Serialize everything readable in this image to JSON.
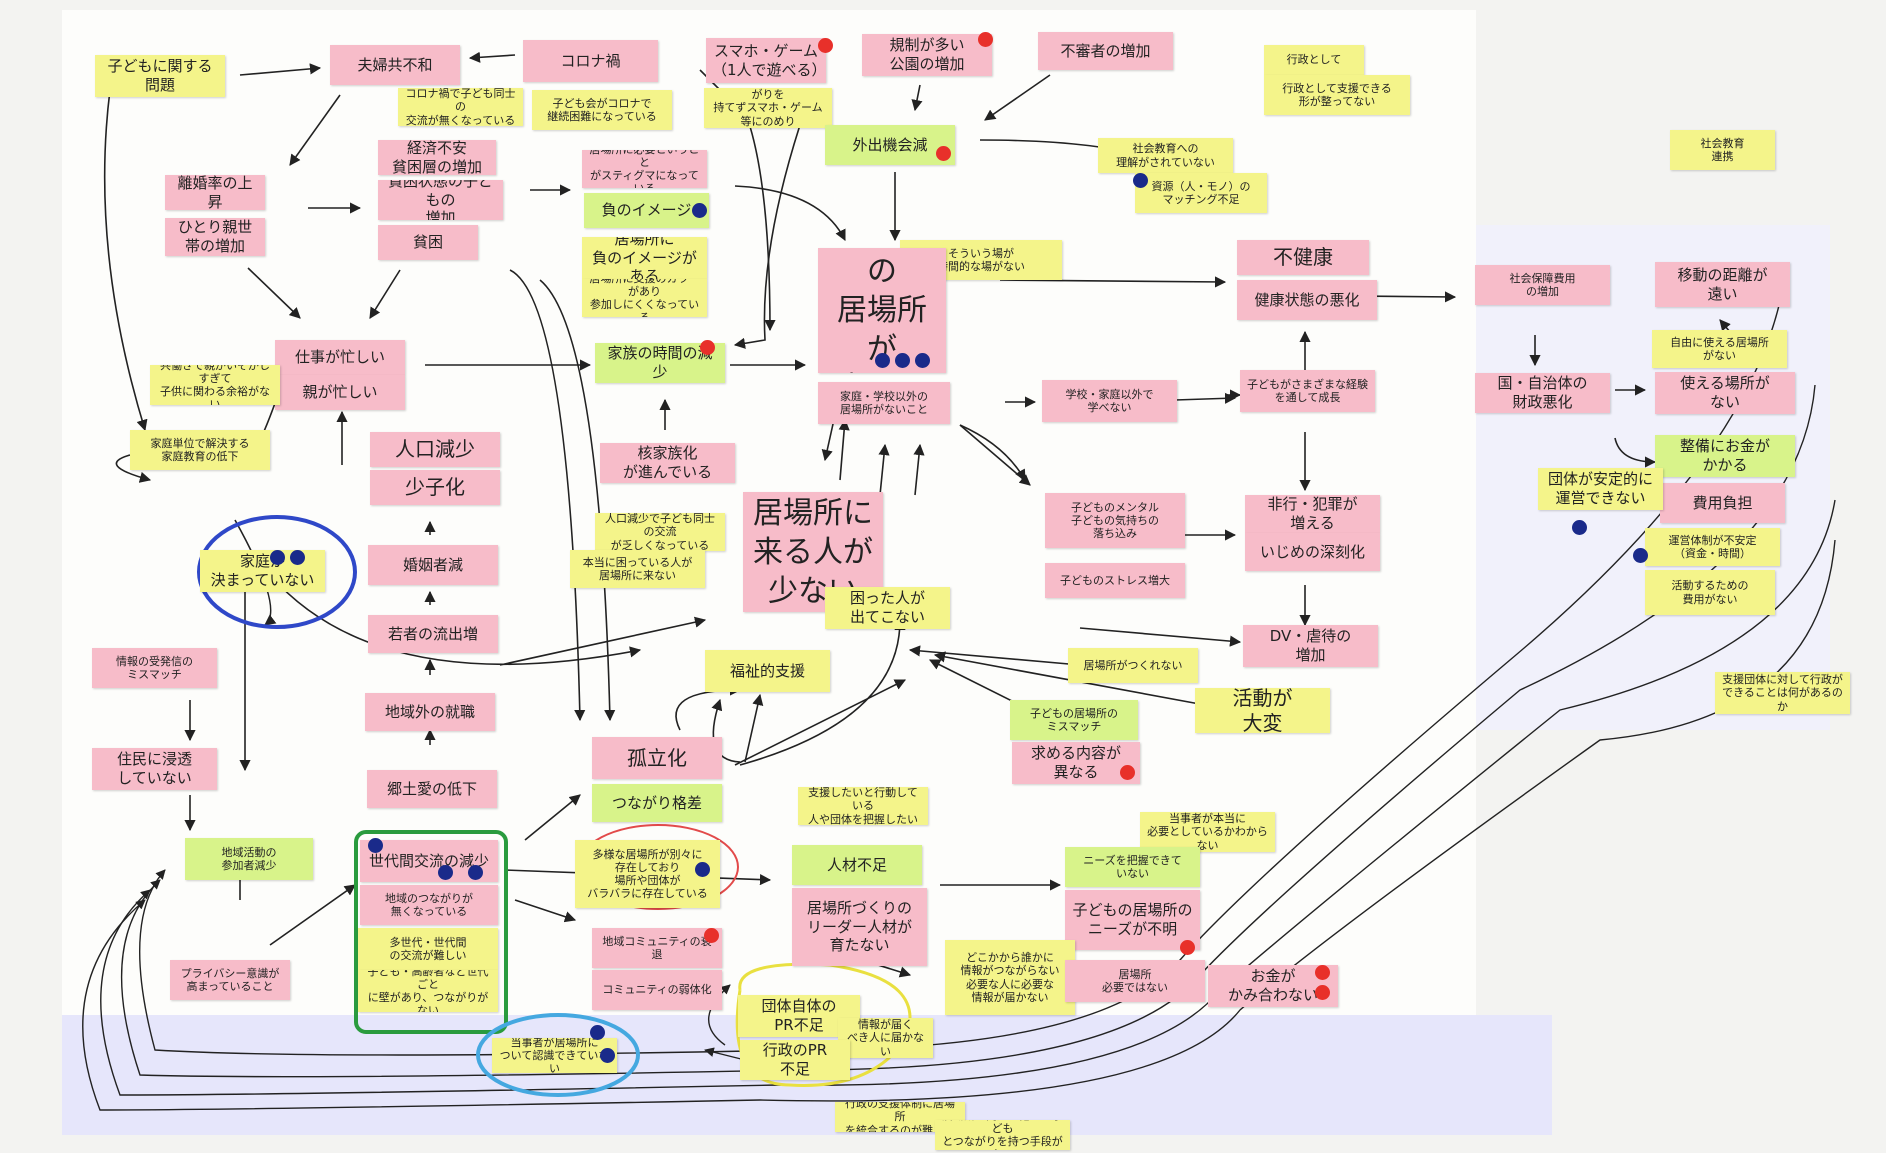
{
  "colors": {
    "paper": "#fdfdfb",
    "side_paper": "#f1f1fb",
    "bottom_strip": "#e6e6fb",
    "pink": "#f7bcc9",
    "yellow": "#f4f48a",
    "green": "#d8f38a",
    "red_dot": "#e8302a",
    "blue_dot": "#1a2a8a",
    "ink": "#222222",
    "blue_circle": "#2f48c8",
    "green_box": "#2a9b3e",
    "red_circle": "#e24a4a",
    "cyan_circle": "#45a8e0",
    "yellow_circle": "#e9e040"
  },
  "notes": [
    {
      "id": "n1",
      "text": "子どもに関する\n問題"
    },
    {
      "id": "n2",
      "text": "夫婦共不和"
    },
    {
      "id": "n3",
      "text": "コロナ禍"
    },
    {
      "id": "n4",
      "text": "コロナ禍で子ども同士の\n交流が無くなっている"
    },
    {
      "id": "n5",
      "text": "子ども会がコロナで\n継続困難になっている"
    },
    {
      "id": "n6",
      "text": "スマホ・ゲーム\n（1人で遊べる）"
    },
    {
      "id": "n7",
      "text": "規制が多い\n公園の増加"
    },
    {
      "id": "n8",
      "text": "不審者の増加"
    },
    {
      "id": "n9",
      "text": "子どもが地域でのつながりを\n持てずスマホ・ゲーム等にのめり\n込んでしまう"
    },
    {
      "id": "n10",
      "text": "外出機会減"
    },
    {
      "id": "n11",
      "text": "行政として"
    },
    {
      "id": "n12",
      "text": "行政として支援できる\n形が整ってない"
    },
    {
      "id": "n13",
      "text": "社会教育\n連携"
    },
    {
      "id": "n14",
      "text": "離婚率の上昇"
    },
    {
      "id": "n15",
      "text": "ひとり親世帯の増加"
    },
    {
      "id": "n16",
      "text": "経済不安\n貧困層の増加"
    },
    {
      "id": "n17",
      "text": "貧困状態の子どもの\n増加"
    },
    {
      "id": "n18",
      "text": "貧困"
    },
    {
      "id": "n19",
      "text": "居場所に必要ということ\nがスティグマになっている"
    },
    {
      "id": "n20",
      "text": "負のイメージ"
    },
    {
      "id": "n21",
      "text": "居場所に\n負のイメージがある"
    },
    {
      "id": "n22",
      "text": "居場所に支援のカラーがあり\n参加しにくくなっている"
    },
    {
      "id": "n23",
      "text": "社会教育への\n理解がされていない"
    },
    {
      "id": "n24",
      "text": "資源（人・モノ）の\nマッチング不足"
    },
    {
      "id": "n25",
      "text": "そういう場が\n時間的な場がない"
    },
    {
      "id": "n26",
      "text": "子どもの\n居場所が\n少ない"
    },
    {
      "id": "n27",
      "text": "不健康"
    },
    {
      "id": "n28",
      "text": "健康状態の悪化"
    },
    {
      "id": "n29",
      "text": "社会保障費用\nの増加"
    },
    {
      "id": "n30",
      "text": "移動の距離が\n遠い"
    },
    {
      "id": "n31",
      "text": "自由に使える居場所\nがない"
    },
    {
      "id": "n32",
      "text": "使える場所が\nない"
    },
    {
      "id": "n33",
      "text": "国・自治体の\n財政悪化"
    },
    {
      "id": "n34",
      "text": "整備にお金が\nかかる"
    },
    {
      "id": "n35",
      "text": "費用負担"
    },
    {
      "id": "n36",
      "text": "団体が安定的に\n運営できない"
    },
    {
      "id": "n37",
      "text": "運営体制が不安定\n（資金・時間）"
    },
    {
      "id": "n38",
      "text": "活動するための\n費用がない"
    },
    {
      "id": "n39",
      "text": "支援団体に対して行政が\nできることは何があるのか"
    },
    {
      "id": "n40",
      "text": "仕事が忙しい"
    },
    {
      "id": "n41",
      "text": "親が忙しい"
    },
    {
      "id": "n42",
      "text": "共働きで親がいそがしすぎて\n子供に関わる余裕がない"
    },
    {
      "id": "n43",
      "text": "家族の時間の減少"
    },
    {
      "id": "n44",
      "text": "家庭・学校以外の\n居場所がないこと"
    },
    {
      "id": "n45",
      "text": "学校・家庭以外で\n学べない"
    },
    {
      "id": "n46",
      "text": "子どもがさまざまな経験\nを通して成長"
    },
    {
      "id": "n47",
      "text": "家庭単位で解決する\n家庭教育の低下"
    },
    {
      "id": "n48",
      "text": "人口減少"
    },
    {
      "id": "n49",
      "text": "少子化"
    },
    {
      "id": "n50",
      "text": "核家族化\nが進んでいる"
    },
    {
      "id": "n51",
      "text": "人口減少で子ども同士の交流\nが乏しくなっている"
    },
    {
      "id": "n52",
      "text": "本当に困っている人が\n居場所に来ない"
    },
    {
      "id": "n53",
      "text": "居場所に\n来る人が\n少ない"
    },
    {
      "id": "n54",
      "text": "子どものメンタル\n子どもの気持ちの\n落ち込み"
    },
    {
      "id": "n55",
      "text": "子どものストレス増大"
    },
    {
      "id": "n56",
      "text": "非行・犯罪が\n増える"
    },
    {
      "id": "n57",
      "text": "いじめの深刻化"
    },
    {
      "id": "n58",
      "text": "家庭が\n決まっていない"
    },
    {
      "id": "n59",
      "text": "婚姻者減"
    },
    {
      "id": "n60",
      "text": "若者の流出増"
    },
    {
      "id": "n61",
      "text": "困った人が\n出てこない"
    },
    {
      "id": "n62",
      "text": "DV・虐待の\n増加"
    },
    {
      "id": "n63",
      "text": "情報の受発信の\nミスマッチ"
    },
    {
      "id": "n64",
      "text": "地域外の就職"
    },
    {
      "id": "n65",
      "text": "福祉的支援"
    },
    {
      "id": "n66",
      "text": "居場所がつくれない"
    },
    {
      "id": "n67",
      "text": "子どもの居場所の\nミスマッチ"
    },
    {
      "id": "n68",
      "text": "活動が\n大変"
    },
    {
      "id": "n69",
      "text": "住民に浸透\nしていない"
    },
    {
      "id": "n70",
      "text": "求める内容が\n異なる"
    },
    {
      "id": "n71",
      "text": "郷土愛の低下"
    },
    {
      "id": "n72",
      "text": "孤立化"
    },
    {
      "id": "n73",
      "text": "つながり格差"
    },
    {
      "id": "n74",
      "text": "支援したいと行動している\n人や団体を把握したい"
    },
    {
      "id": "n75",
      "text": "当事者が本当に\n必要としているかわからない"
    },
    {
      "id": "n76",
      "text": "地域活動の\n参加者減少"
    },
    {
      "id": "n77",
      "text": "世代間交流の減少"
    },
    {
      "id": "n78",
      "text": "地域のつながりが\n無くなっている"
    },
    {
      "id": "n79",
      "text": "多様な居場所が別々に\n存在しており\n場所や団体が\nバラバラに存在している"
    },
    {
      "id": "n80",
      "text": "人材不足"
    },
    {
      "id": "n81",
      "text": "ニーズを把握できて\nいない"
    },
    {
      "id": "n82",
      "text": "子どもの居場所の\nニーズが不明"
    },
    {
      "id": "n83",
      "text": "多世代・世代間\nの交流が難しい"
    },
    {
      "id": "n84",
      "text": "子ども・高齢者など世代ごと\nに壁があり、つながりがない"
    },
    {
      "id": "n85",
      "text": "居場所づくりの\nリーダー人材が\n育たない"
    },
    {
      "id": "n86",
      "text": "プライバシー意識が\n高まっていること"
    },
    {
      "id": "n87",
      "text": "地域コミュニティの衰退"
    },
    {
      "id": "n88",
      "text": "コミュニティの弱体化"
    },
    {
      "id": "n89",
      "text": "どこかから誰かに\n情報がつながらない\n必要な人に必要な\n情報が届かない"
    },
    {
      "id": "n90",
      "text": "居場所\n必要ではない"
    },
    {
      "id": "n91",
      "text": "お金が\nかみ合わない"
    },
    {
      "id": "n92",
      "text": "団体自体の\nPR不足"
    },
    {
      "id": "n93",
      "text": "情報が届く\nべき人に届かない"
    },
    {
      "id": "n94",
      "text": "行政のPR\n不足"
    },
    {
      "id": "n95",
      "text": "当事者が居場所に\nついて認識できていない"
    },
    {
      "id": "n96",
      "text": "行政の支援体制に居場所\nを統合するのが難しい"
    },
    {
      "id": "n97",
      "text": "居場所が問題を抱える子ども\nとつながりを持つ手段がない"
    }
  ]
}
